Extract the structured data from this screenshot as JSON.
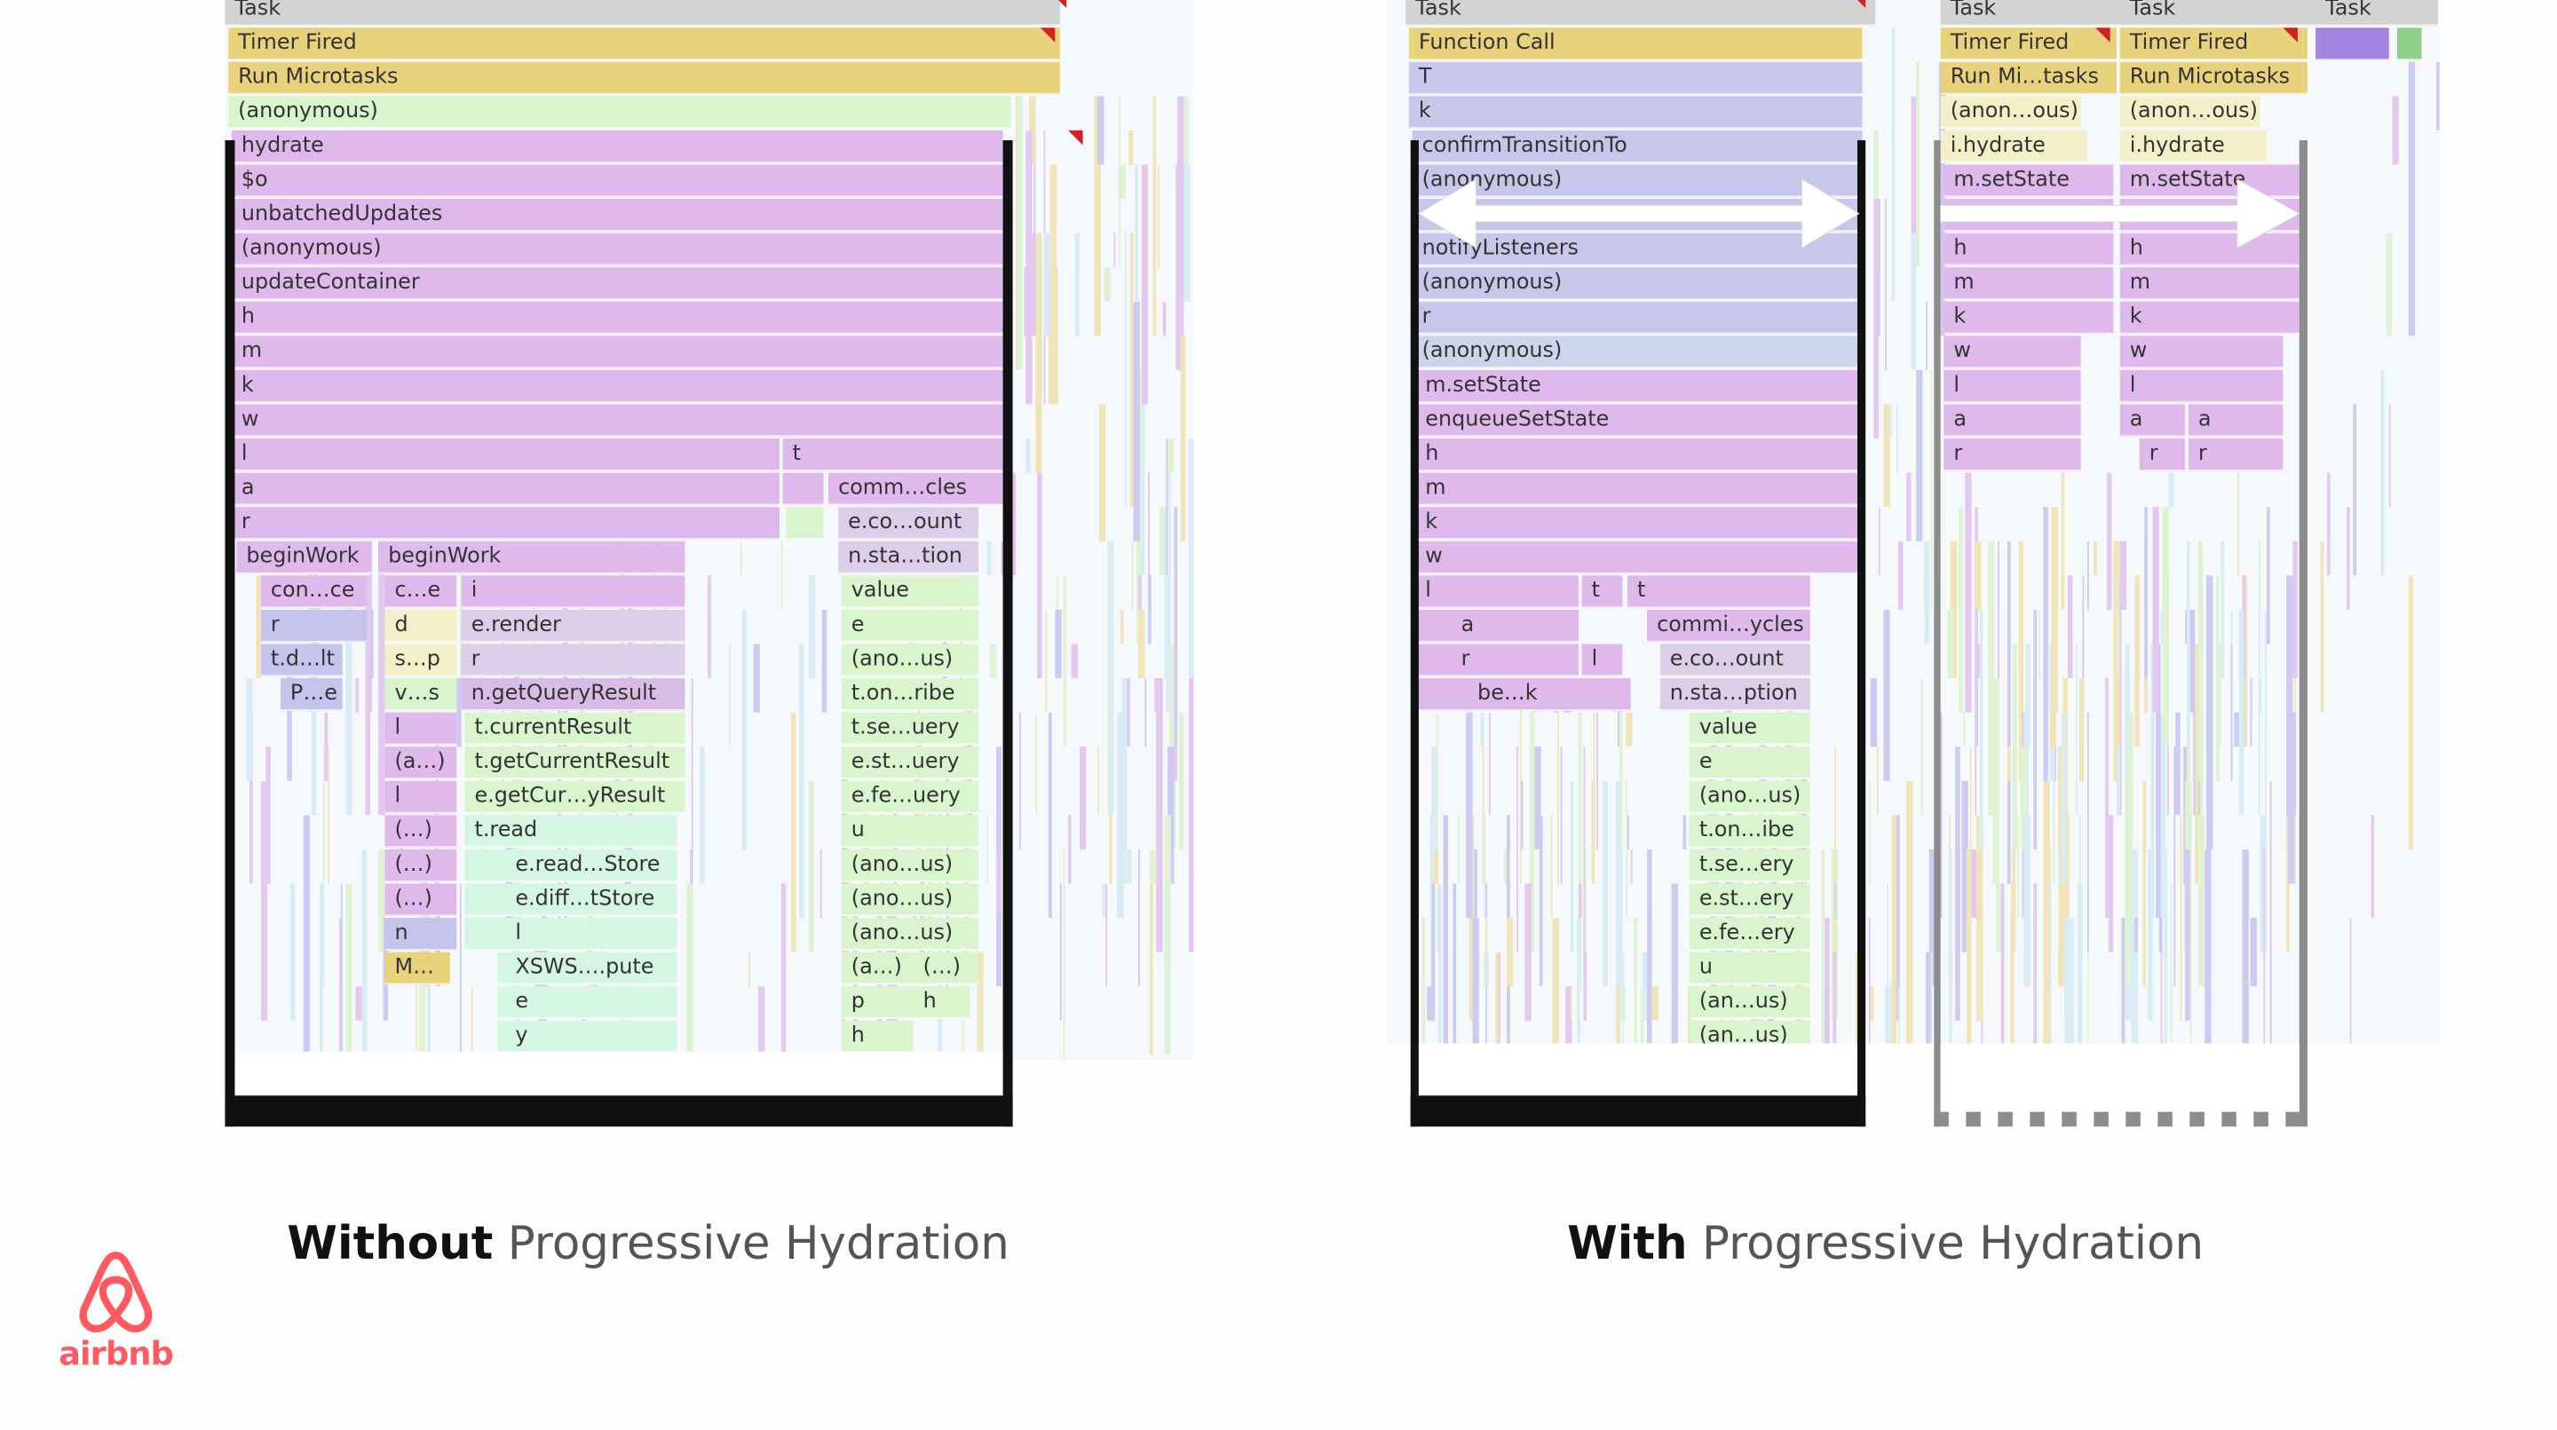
{
  "palette": {
    "task": "#d3d3d3",
    "yellow": "#e9d27c",
    "green": "#d9f5cd",
    "purple": "#dfb8ec",
    "purple2": "#d9bbe8",
    "lpurple": "#dccde8",
    "blue": "#c6c3ec",
    "cream": "#f3efc8",
    "teal": "#d6f6e4",
    "lav": "#c9c6ec",
    "steel": "#ccd6ea",
    "violet": "#a384e0",
    "green2": "#8fd18a",
    "frame": "#111111",
    "dashed_frame": "#8c8c8c",
    "brand": "#ff5a5f"
  },
  "left_flame": {
    "labels": [
      "Task",
      "Timer Fired",
      "Run Microtasks",
      "(anonymous)",
      "hydrate",
      "$o",
      "unbatchedUpdates",
      "(anonymous)",
      "updateContainer",
      "h",
      "m",
      "k",
      "w",
      "l",
      "t",
      "a",
      "comm…cles",
      "r",
      "e.co…ount",
      "beginWork",
      "beginWork",
      "n.sta…tion",
      "con…ce",
      "c…e",
      "i",
      "value",
      "r",
      "d",
      "e.render",
      "e",
      "t.d…lt",
      "s…p",
      "r",
      "(ano…us)",
      "P…e",
      "v…s",
      "n.getQueryResult",
      "t.on…ribe",
      "l",
      "t.currentResult",
      "t.se…uery",
      "(a…)",
      "t.getCurrentResult",
      "e.st…uery",
      "l",
      "e.getCur…yResult",
      "e.fe…uery",
      "(…)",
      "t.read",
      "u",
      "(…)",
      "e.read…Store",
      "(ano…us)",
      "(…)",
      "e.diff…tStore",
      "(ano…us)",
      "n",
      "l",
      "(ano…us)",
      "M…",
      "XSWS….pute",
      "(a…)",
      "(…)",
      "e",
      "p",
      "h",
      "y",
      "h"
    ]
  },
  "right_flame": {
    "labels": [
      "Task",
      "Task",
      "Task",
      "Task",
      "Function Call",
      "Timer Fired",
      "Timer Fired",
      "T",
      "Run Mi…tasks",
      "Run Microtasks",
      "k",
      "(anon…ous)",
      "(anon…ous)",
      "confirmTransitionTo",
      "i.hydrate",
      "i.hydrate",
      "(anonymous)",
      "m.setState",
      "m.setState",
      "notifyListeners",
      "h",
      "h",
      "(anonymous)",
      "m",
      "m",
      "r",
      "k",
      "k",
      "(anonymous)",
      "w",
      "w",
      "m.setState",
      "l",
      "l",
      "enqueueSetState",
      "a",
      "a",
      "a",
      "h",
      "r",
      "r",
      "r",
      "m",
      "k",
      "w",
      "l",
      "t",
      "t",
      "a",
      "commi…ycles",
      "r",
      "l",
      "e.co…ount",
      "be…k",
      "n.sta…ption",
      "value",
      "e",
      "(ano…us)",
      "t.on…ibe",
      "t.se…ery",
      "e.st…ery",
      "e.fe…ery",
      "u",
      "(an…us)",
      "(an…us)"
    ]
  },
  "captions": {
    "left": {
      "bold": "Without",
      "rest": " Progressive Hydration"
    },
    "right": {
      "bold": "With",
      "rest": " Progressive Hydration"
    }
  },
  "logo": {
    "text": "airbnb",
    "icon": "airbnb-belo-icon"
  }
}
